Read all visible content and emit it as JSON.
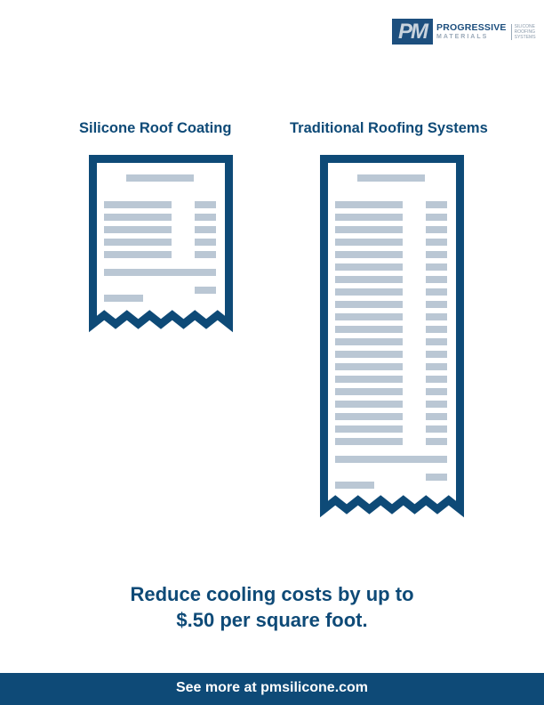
{
  "logo": {
    "mark": "PM",
    "name_line1": "PROGRESSIVE",
    "name_line2": "MATERIALS",
    "tagline": [
      "SILICONE",
      "ROOFING",
      "SYSTEMS"
    ]
  },
  "comparison": {
    "left_title": "Silicone Roof Coating",
    "right_title": "Traditional Roofing Systems",
    "left_line_items": 5,
    "right_line_items": 20
  },
  "callout": {
    "line1": "Reduce cooling costs by up to",
    "line2": "$.50 per square foot."
  },
  "footer": {
    "text": "See more at pmsilicone.com"
  },
  "colors": {
    "primary": "#0e4a77",
    "bar": "#bac7d4"
  }
}
